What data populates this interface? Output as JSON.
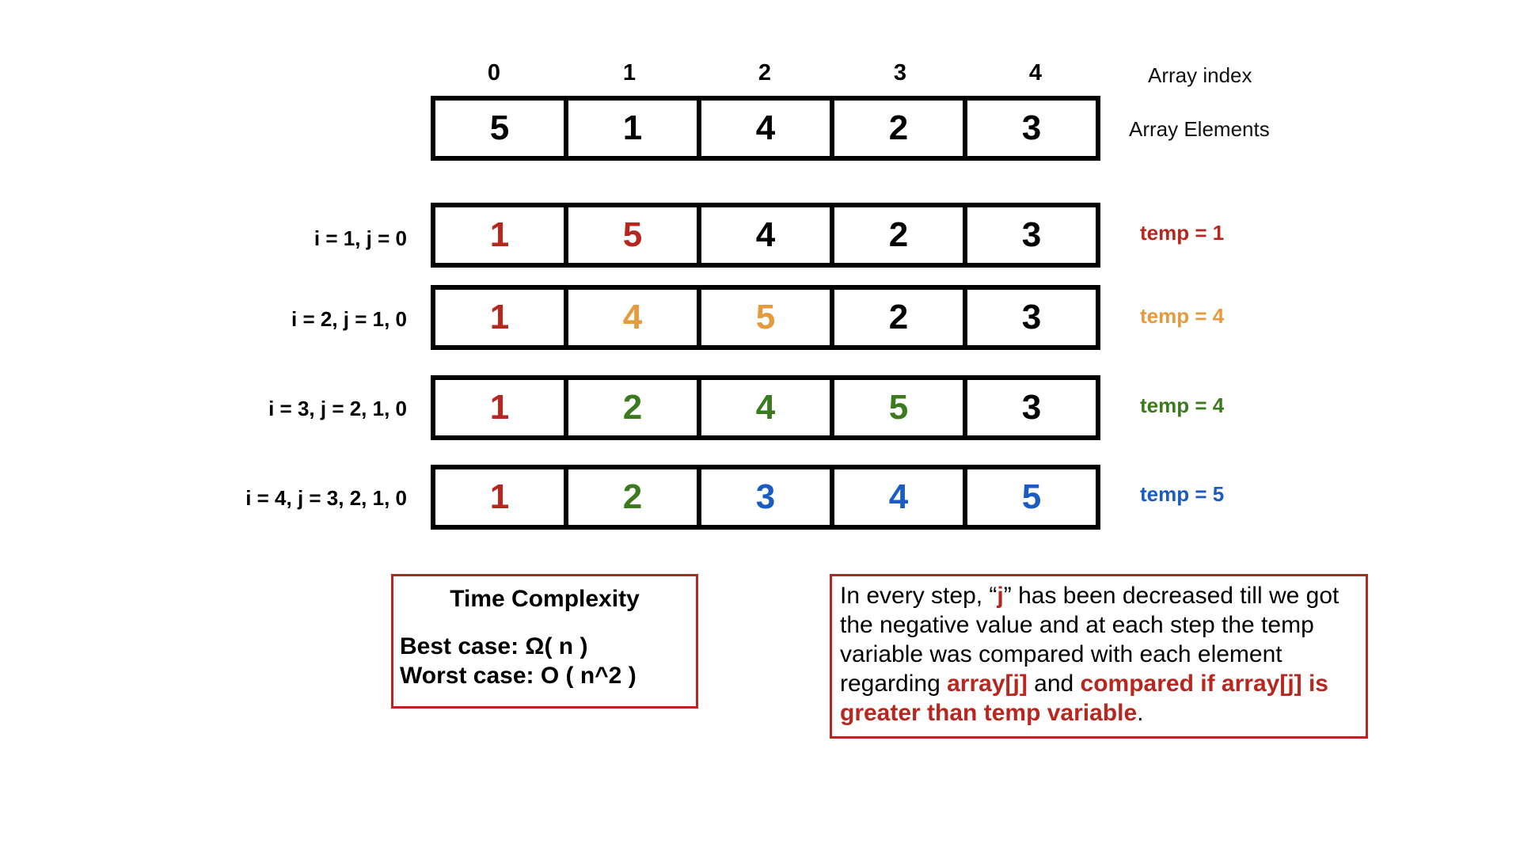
{
  "indices": [
    "0",
    "1",
    "2",
    "3",
    "4"
  ],
  "index_label": "Array index",
  "elements_label": "Array Elements",
  "initial_array": [
    "5",
    "1",
    "4",
    "2",
    "3"
  ],
  "colors": {
    "red": "#b8271f",
    "orange": "#e69a3c",
    "green": "#3c7a1e",
    "blue": "#1a5bc4",
    "black": "#000000"
  },
  "steps": [
    {
      "label": "i = 1, j = 0",
      "temp": "temp = 1",
      "temp_color": "red",
      "cells": [
        {
          "v": "1",
          "c": "red"
        },
        {
          "v": "5",
          "c": "red"
        },
        {
          "v": "4",
          "c": "black"
        },
        {
          "v": "2",
          "c": "black"
        },
        {
          "v": "3",
          "c": "black"
        }
      ]
    },
    {
      "label": "i = 2, j = 1, 0",
      "temp": "temp = 4",
      "temp_color": "orange",
      "cells": [
        {
          "v": "1",
          "c": "red"
        },
        {
          "v": "4",
          "c": "orange"
        },
        {
          "v": "5",
          "c": "orange"
        },
        {
          "v": "2",
          "c": "black"
        },
        {
          "v": "3",
          "c": "black"
        }
      ]
    },
    {
      "label": "i = 3, j = 2, 1, 0",
      "temp": "temp = 4",
      "temp_color": "green",
      "cells": [
        {
          "v": "1",
          "c": "red"
        },
        {
          "v": "2",
          "c": "green"
        },
        {
          "v": "4",
          "c": "green"
        },
        {
          "v": "5",
          "c": "green"
        },
        {
          "v": "3",
          "c": "black"
        }
      ]
    },
    {
      "label": "i = 4, j = 3, 2, 1, 0",
      "temp": "temp = 5",
      "temp_color": "blue",
      "cells": [
        {
          "v": "1",
          "c": "red"
        },
        {
          "v": "2",
          "c": "green"
        },
        {
          "v": "3",
          "c": "blue"
        },
        {
          "v": "4",
          "c": "blue"
        },
        {
          "v": "5",
          "c": "blue"
        }
      ]
    }
  ],
  "complexity": {
    "title": "Time Complexity",
    "best": "Best case: Ω( n )",
    "worst": "Worst case: O ( n^2 )"
  },
  "note": {
    "p1": "In every step, “",
    "j": "j",
    "p2": "” has been decreased till we got the negative value and at each step the temp variable was compared with each element regarding ",
    "arr": "array[j]",
    "p3": " and ",
    "cmp": "compared if array[j] is greater than temp variable",
    "p4": "."
  }
}
